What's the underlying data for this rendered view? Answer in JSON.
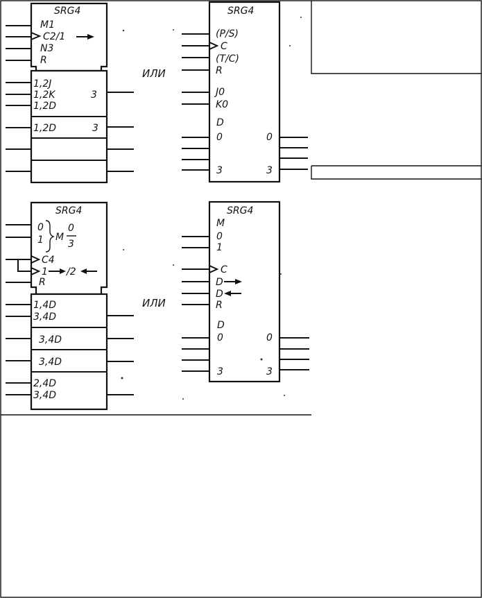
{
  "separator_word": "ИЛИ",
  "d1": {
    "title": "SRG4",
    "control": [
      "M1",
      "C2/1",
      "N3",
      "R"
    ],
    "cells": [
      "1,2J",
      "1,2K",
      "1,2D",
      "1,2D"
    ],
    "out_first": "3",
    "out_second": "3"
  },
  "d2": {
    "title": "SRG4",
    "inputs": [
      "(P/S)",
      "C",
      "(T/C)",
      "R",
      "J0",
      "K0",
      "D",
      "0",
      "3"
    ],
    "outputs": [
      "0",
      "3"
    ]
  },
  "d3": {
    "title": "SRG4",
    "mode_in": [
      "0",
      "1"
    ],
    "mode_m": "M",
    "mode_frac_top": "0",
    "mode_frac_bottom": "3",
    "clock": [
      "C4",
      "1",
      "/2"
    ],
    "reset": "R",
    "cells": [
      "1,4D",
      "3,4D",
      "3,4D",
      "3,4D",
      "2,4D",
      "3,4D"
    ]
  },
  "d4": {
    "title": "SRG4",
    "inputs": [
      "M",
      "0",
      "1",
      "C",
      "D",
      "D",
      "R",
      "D",
      "0",
      "3"
    ],
    "outputs": [
      "0",
      "3"
    ]
  }
}
